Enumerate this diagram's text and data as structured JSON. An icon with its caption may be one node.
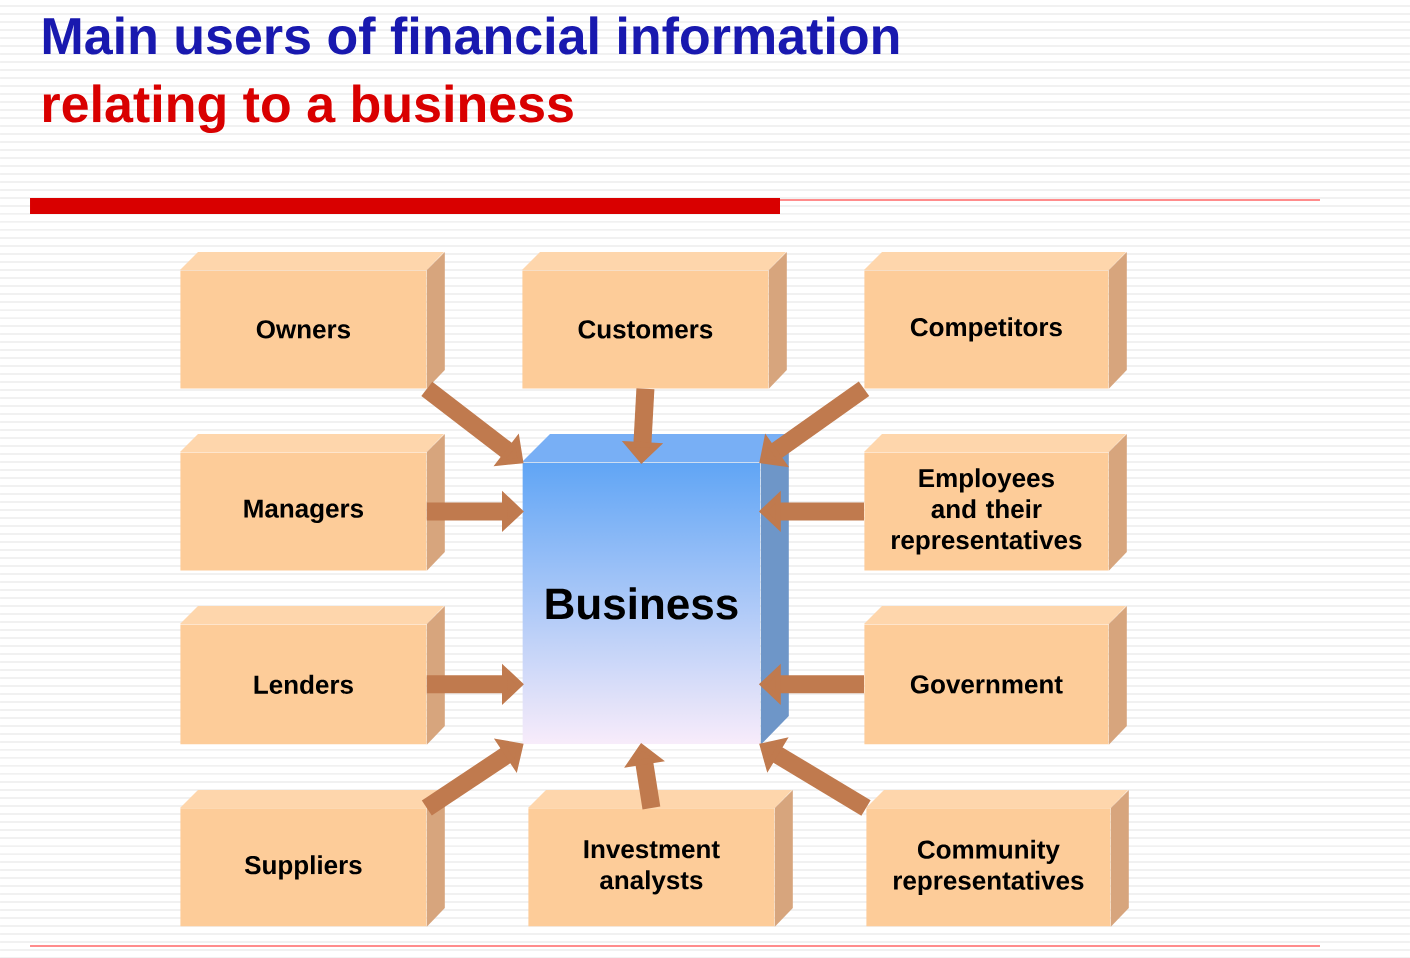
{
  "diagram": {
    "title": "Main users of financial information",
    "nodes": [
      {
        "text": [
          "Business"
        ]
      },
      {
        "text": [
          "Owners"
        ]
      },
      {
        "text": [
          "Customers"
        ]
      },
      {
        "text": [
          "Competitors"
        ]
      },
      {
        "text": [
          "Managers"
        ]
      },
      {
        "text": [
          "Employees and their representatives"
        ]
      },
      {
        "text": [
          "Lenders"
        ]
      },
      {
        "text": [
          "Government"
        ]
      },
      {
        "text": [
          "Suppliers"
        ]
      },
      {
        "text": [
          "Investment analysts"
        ]
      },
      {
        "text": [
          "Community representatives"
        ]
      }
    ],
    "edges": [
      {
        "from": 1,
        "to": 0,
        "arrow": "to"
      },
      {
        "from": 2,
        "to": 0,
        "arrow": "to"
      },
      {
        "from": 3,
        "to": 0,
        "arrow": "to"
      },
      {
        "from": 4,
        "to": 0,
        "arrow": "to"
      },
      {
        "from": 5,
        "to": 0,
        "arrow": "to"
      },
      {
        "from": 6,
        "to": 0,
        "arrow": "to"
      },
      {
        "from": 7,
        "to": 0,
        "arrow": "to"
      },
      {
        "from": 8,
        "to": 0,
        "arrow": "to"
      },
      {
        "from": 9,
        "to": 0,
        "arrow": "to"
      },
      {
        "from": 10,
        "to": 0,
        "arrow": "to"
      }
    ],
    "labels": [
      "relating to a business"
    ]
  }
}
